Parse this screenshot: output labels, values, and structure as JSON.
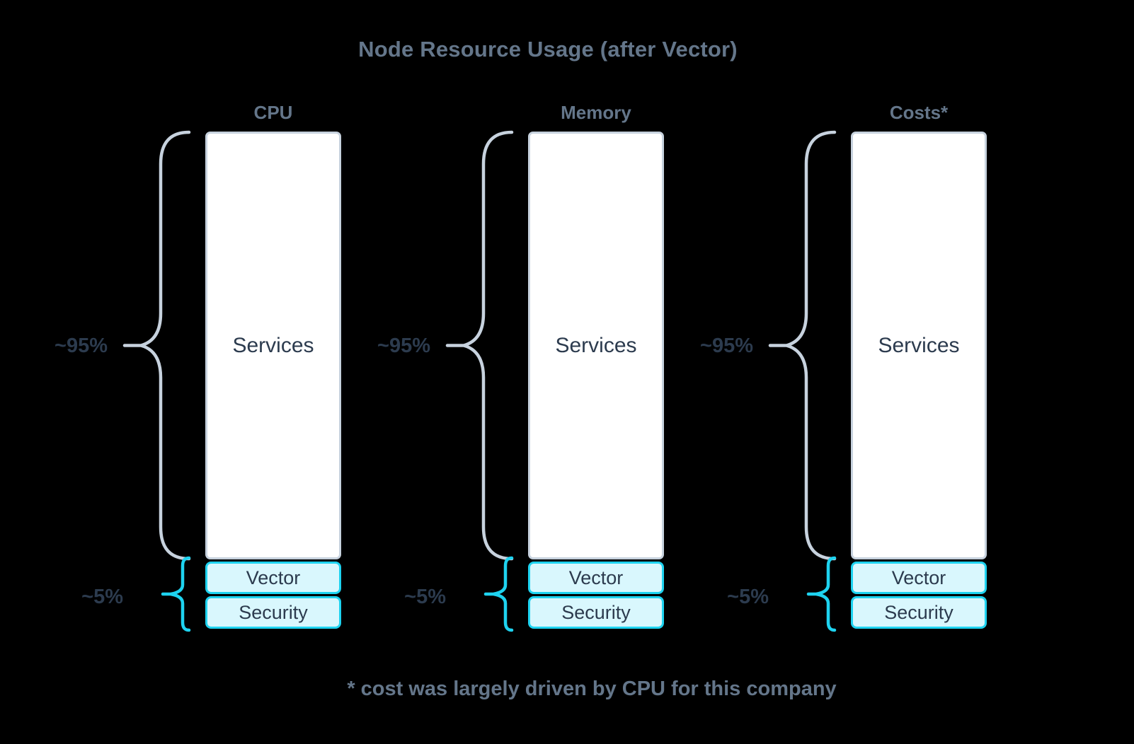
{
  "title": "Node Resource Usage (after Vector)",
  "footnote": "* cost was largely driven by CPU for this company",
  "columns": [
    {
      "header": "CPU",
      "large_share": "~95%",
      "small_share": "~5%",
      "segments": {
        "top": "Services",
        "middle": "Vector",
        "bottom": "Security"
      }
    },
    {
      "header": "Memory",
      "large_share": "~95%",
      "small_share": "~5%",
      "segments": {
        "top": "Services",
        "middle": "Vector",
        "bottom": "Security"
      }
    },
    {
      "header": "Costs*",
      "large_share": "~95%",
      "small_share": "~5%",
      "segments": {
        "top": "Services",
        "middle": "Vector",
        "bottom": "Security"
      }
    }
  ],
  "colors": {
    "background": "#000000",
    "muted_text": "#64768a",
    "dark_text": "#2c3b4e",
    "bar_fill": "#ffffff",
    "bar_border": "#c7d2de",
    "brace_gray": "#c7d2de",
    "accent_cyan": "#1ed3f0",
    "accent_fill": "#d9f7fd"
  },
  "chart_data": {
    "type": "bar",
    "orientation": "vertical-stacked",
    "title": "Node Resource Usage (after Vector)",
    "categories": [
      "CPU",
      "Memory",
      "Costs*"
    ],
    "series": [
      {
        "name": "Services",
        "values": [
          95,
          95,
          95
        ],
        "unit": "%"
      },
      {
        "name": "Vector",
        "values": [
          2.5,
          2.5,
          2.5
        ],
        "unit": "%"
      },
      {
        "name": "Security",
        "values": [
          2.5,
          2.5,
          2.5
        ],
        "unit": "%"
      }
    ],
    "groupings": [
      {
        "label": "~95%",
        "covers": [
          "Services"
        ],
        "applies_to": [
          "CPU",
          "Memory",
          "Costs*"
        ]
      },
      {
        "label": "~5%",
        "covers": [
          "Vector",
          "Security"
        ],
        "applies_to": [
          "CPU",
          "Memory",
          "Costs*"
        ]
      }
    ],
    "xlabel": "",
    "ylabel": "",
    "legend_position": "none",
    "grid": false,
    "footnote": "* cost was largely driven by CPU for this company"
  }
}
